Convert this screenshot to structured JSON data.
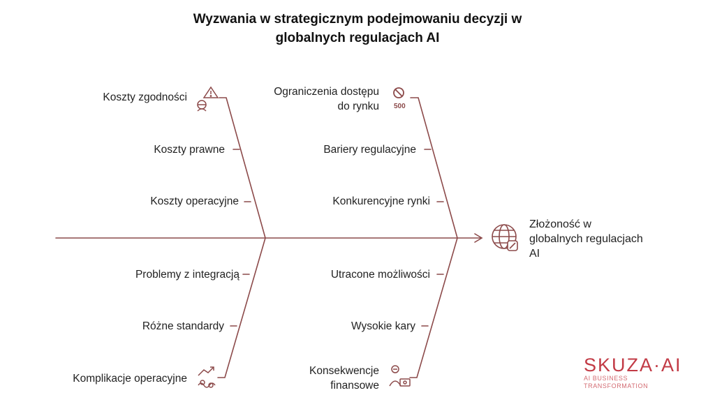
{
  "title": {
    "line1": "Wyzwania w strategicznym podejmowaniu decyzji w",
    "line2": "globalnych regulacjach AI"
  },
  "head": {
    "line1": "Złożoność w",
    "line2": "globalnych regulacjach",
    "line3": "AI",
    "icon": "globe-broken-link-icon"
  },
  "branches": {
    "top_left": [
      "Koszty zgodności",
      "Koszty prawne",
      "Koszty operacyjne"
    ],
    "top_right_1": [
      "Ograniczenia dostępu",
      "do rynku"
    ],
    "top_right": [
      "Bariery regulacyjne",
      "Konkurencyjne rynki"
    ],
    "bottom_left": [
      "Problemy z integracją",
      "Różne standardy",
      "Komplikacje operacyjne"
    ],
    "bottom_right": [
      "Utracone możliwości",
      "Wysokie kary"
    ],
    "bottom_right_3": [
      "Konsekwencje",
      "finansowe"
    ]
  },
  "icons": {
    "compliance": "compliance-warning-icon",
    "market": "no-entry-icon",
    "market_badge": "500",
    "operations": "money-chart-icon",
    "finance": "person-money-icon"
  },
  "brand": {
    "name": "SKUZA·AI",
    "tagline": "AI BUSINESS TRANSFORMATION"
  },
  "colors": {
    "line": "#8c4a4a",
    "brand": "#c23a45"
  }
}
